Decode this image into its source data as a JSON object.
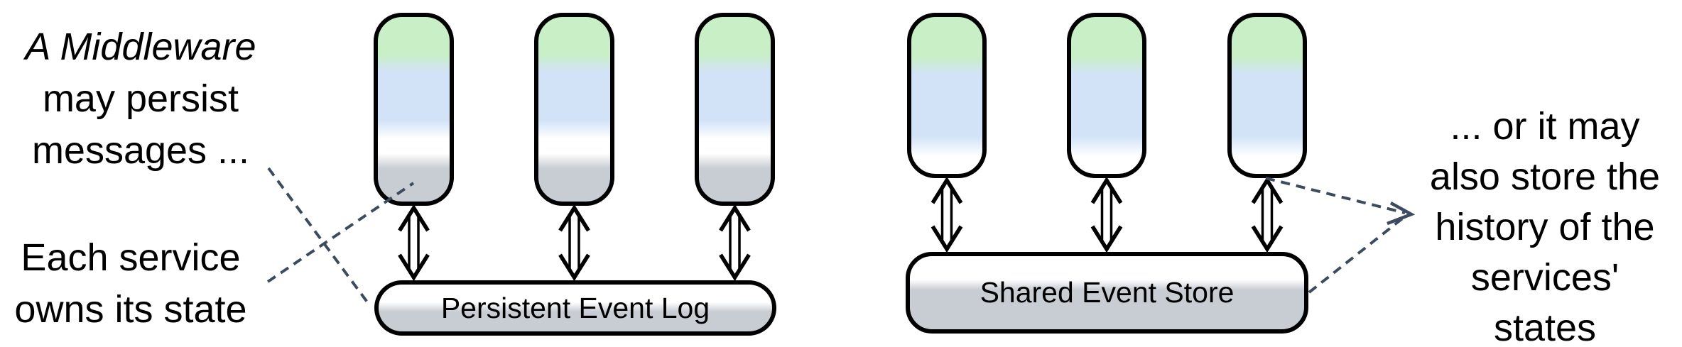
{
  "notes": {
    "middleware": {
      "line1_italic": "A Middleware",
      "line2": "may persist",
      "line3": "messages ..."
    },
    "ownership": {
      "line1": "Each service",
      "line2": "owns its state"
    },
    "history": {
      "lines": [
        "... or it may",
        "also store the",
        "history of the",
        "services'",
        "states"
      ]
    }
  },
  "event_log": {
    "label": "Persistent Event Log"
  },
  "event_store": {
    "label": "Shared Event Store"
  },
  "colors": {
    "pill-green": "#c8efc5",
    "pill-blue": "#d2e3f8",
    "fill-gray": "#c8cdd4",
    "outline": "#000000",
    "dash": "#3d4b5f"
  }
}
